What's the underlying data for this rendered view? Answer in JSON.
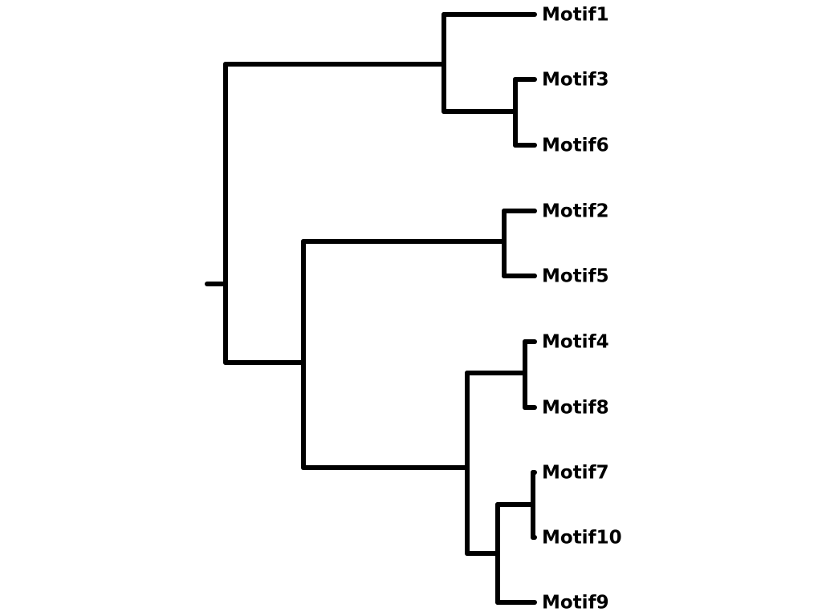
{
  "diagram": {
    "type": "dendrogram",
    "line_color": "#000000",
    "background": "#ffffff",
    "leaves": [
      "Motif1",
      "Motif3",
      "Motif6",
      "Motif2",
      "Motif5",
      "Motif4",
      "Motif8",
      "Motif7",
      "Motif10",
      "Motif9"
    ]
  }
}
